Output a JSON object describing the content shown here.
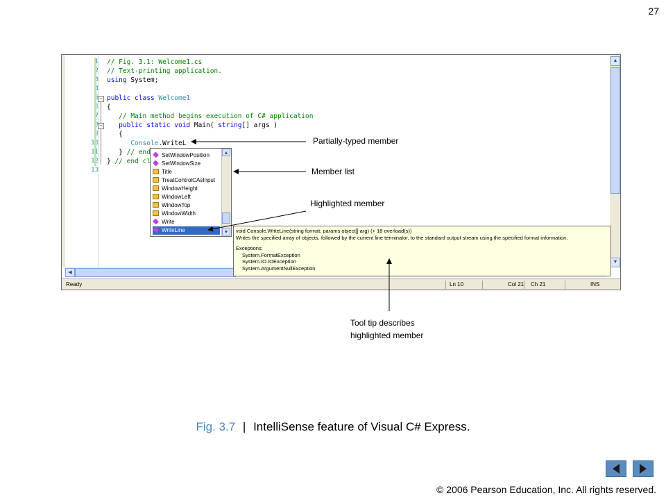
{
  "page_number": "27",
  "editor": {
    "line_numbers": [
      "1",
      "2",
      "3",
      "4",
      "5",
      "6",
      "7",
      "8",
      "9",
      "10",
      "11",
      "12",
      "13"
    ],
    "status": {
      "ready": "Ready",
      "line": "Ln 10",
      "col": "Col 21",
      "ch": "Ch 21",
      "mode": "INS"
    }
  },
  "member_list": {
    "items": [
      {
        "label": "SetWindowPosition",
        "icon": "method-icon"
      },
      {
        "label": "SetWindowSize",
        "icon": "method-icon"
      },
      {
        "label": "Title",
        "icon": "property-icon"
      },
      {
        "label": "TreatControlCAsInput",
        "icon": "property-icon"
      },
      {
        "label": "WindowHeight",
        "icon": "property-icon"
      },
      {
        "label": "WindowLeft",
        "icon": "property-icon"
      },
      {
        "label": "WindowTop",
        "icon": "property-icon"
      },
      {
        "label": "WindowWidth",
        "icon": "property-icon"
      },
      {
        "label": "Write",
        "icon": "method-icon"
      },
      {
        "label": "WriteLine",
        "icon": "method-icon",
        "selected": true
      }
    ]
  },
  "tooltip": {
    "signature": "void Console.WriteLine(string format, params object[] arg) (+ 18 overload(s))",
    "description": "Writes the specified array of objects, followed by the current line terminator, to the standard output stream using the specified format information.",
    "exceptions_label": "Exceptions:",
    "exceptions": [
      "System.FormatException",
      "System.IO.IOException",
      "System.ArgumentNullException"
    ]
  },
  "annotations": {
    "partially_typed": "Partially-typed member",
    "member_list": "Member list",
    "highlighted": "Highlighted member",
    "tooltip_line1": "Tool tip describes",
    "tooltip_line2": "highlighted member"
  },
  "caption": {
    "fig": "Fig. 3.7",
    "separator": "|",
    "text": "IntelliSense feature of Visual C# Express."
  },
  "copyright": "© 2006 Pearson Education, Inc.  All rights reserved."
}
